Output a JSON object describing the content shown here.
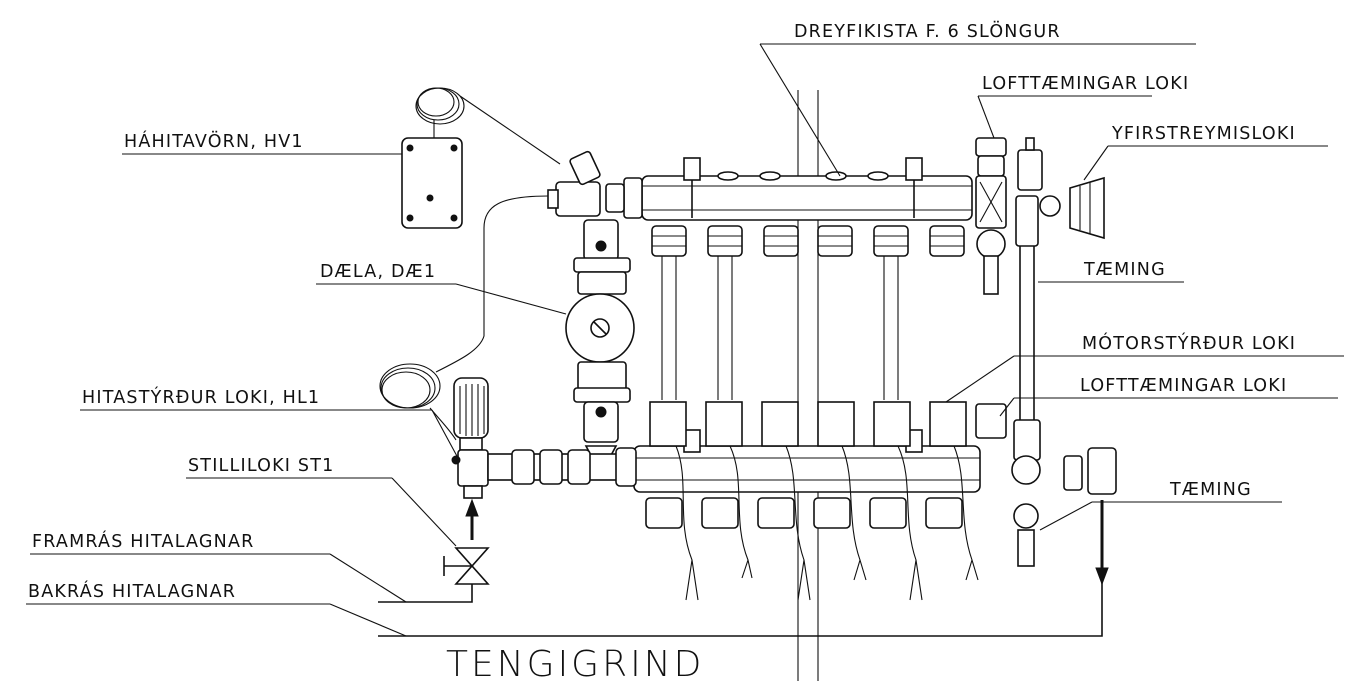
{
  "labels": {
    "manifold": "DREYFIKISTA F. 6 SLÖNGUR",
    "air_vent_top": "LOFTTÆMINGAR LOKI",
    "overflow_valve": "YFIRSTREYMISLOKI",
    "high_temp_protection": "HÁHITAVÖRN, HV1",
    "pump": "DÆLA, DÆ1",
    "drain_top": "TÆMING",
    "motor_valve": "MÓTORSTÝRÐUR LOKI",
    "air_vent_bottom": "LOFTTÆMINGAR LOKI",
    "thermo_valve": "HITASTÝRÐUR LOKI, HL1",
    "balancing_valve": "STILLILOKI ST1",
    "drain_bottom": "TÆMING",
    "supply": "FRAMRÁS HITALAGNAR",
    "return": "BAKRÁS HITALAGNAR"
  },
  "title": "TENGIGRIND"
}
